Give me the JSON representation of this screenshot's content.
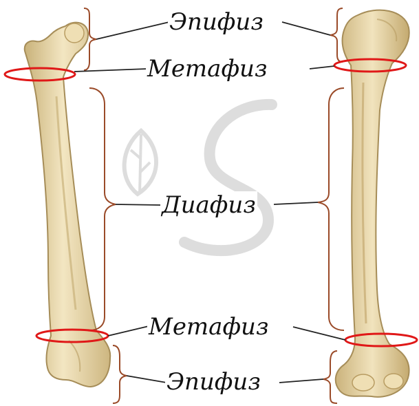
{
  "labels": {
    "top_epiphysis": "Эпифиз",
    "top_metaphysis": "Метафиз",
    "diaphysis": "Диафиз",
    "bottom_metaphysis": "Метафиз",
    "bottom_epiphysis": "Эпифиз"
  },
  "colors": {
    "bone_fill": "#e8d7a8",
    "bone_shadow": "#c9b27a",
    "bone_edge": "#a68d58",
    "bracket": "#9a4a28",
    "metaphysis_ring": "#e01818",
    "leader_line": "#222222",
    "watermark": "#d2d2d2"
  },
  "icons": {
    "watermark": "leaf-s-logo-watermark"
  }
}
